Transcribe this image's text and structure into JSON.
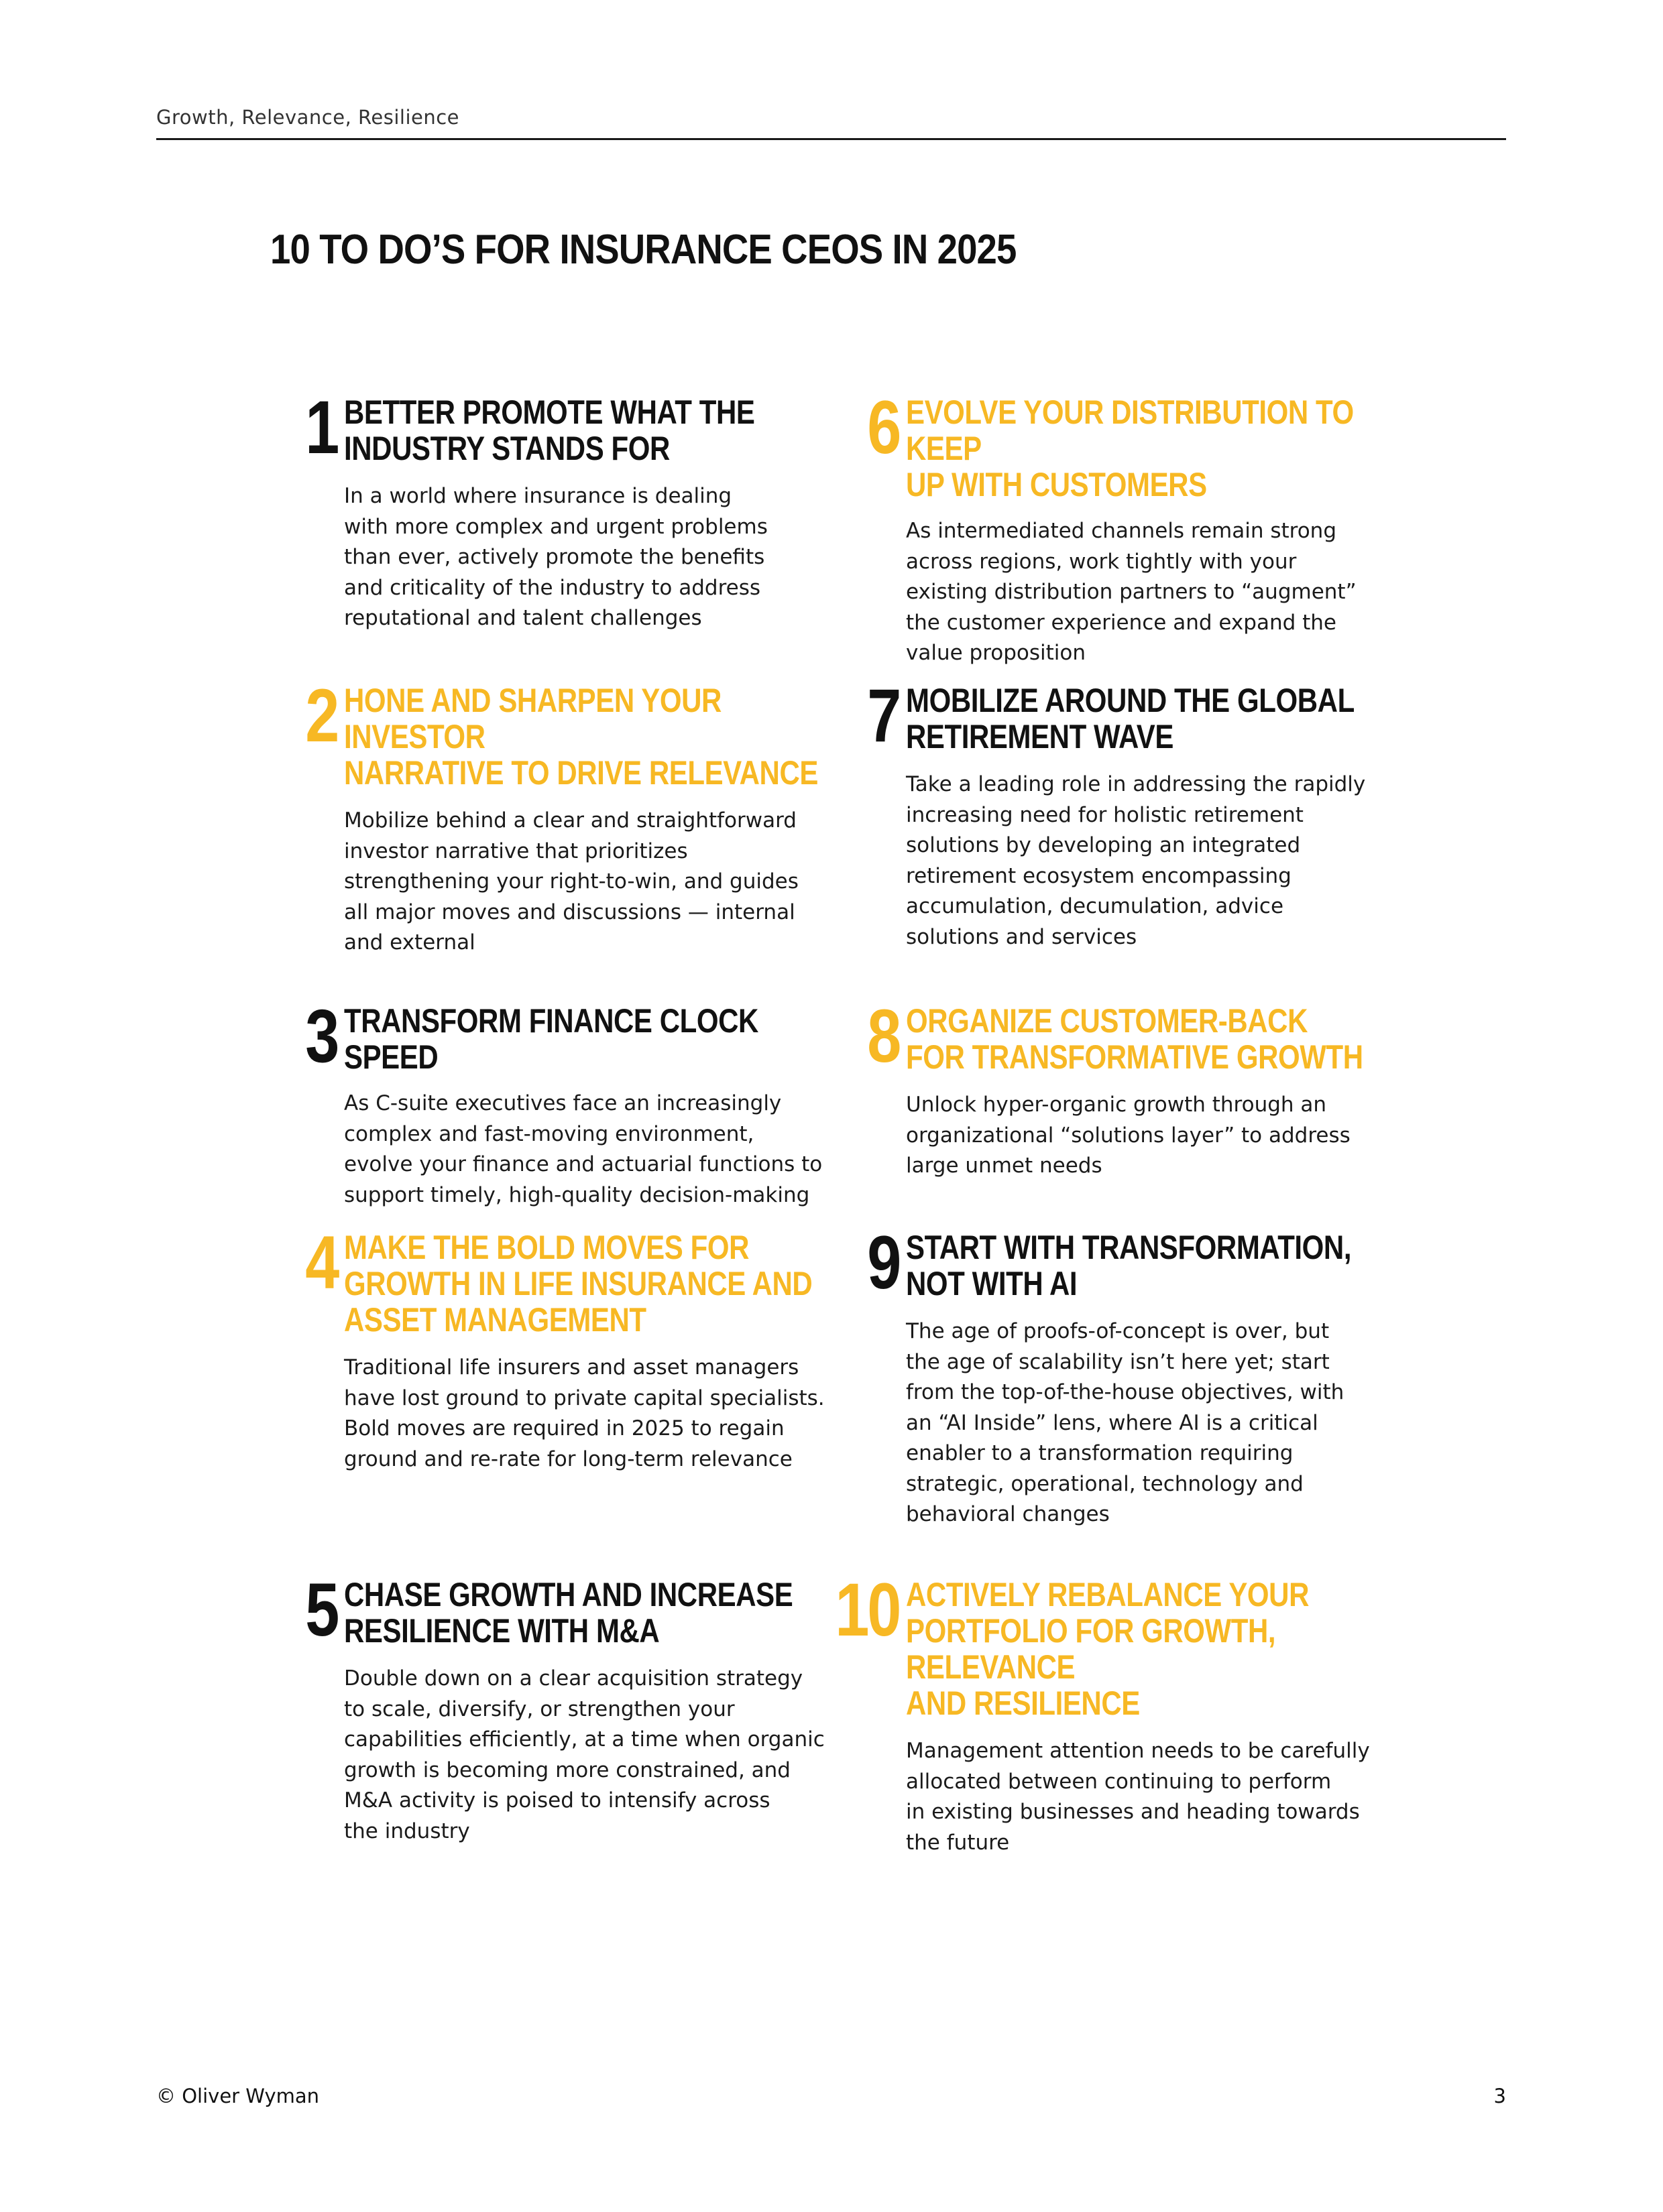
{
  "header": {
    "running_title": "Growth, Relevance, Resilience"
  },
  "title": "10 TO DO’S FOR INSURANCE CEOS IN 2025",
  "items": [
    {
      "number": "1",
      "heading": "BETTER PROMOTE WHAT THE\nINDUSTRY STANDS FOR",
      "body": "In a world where insurance is dealing\nwith more complex and urgent problems\nthan ever, actively promote the benefits\nand criticality of the industry to address\nreputational and talent challenges",
      "color": "#111111"
    },
    {
      "number": "2",
      "heading": "HONE AND SHARPEN YOUR INVESTOR\nNARRATIVE TO DRIVE RELEVANCE",
      "body": "Mobilize behind a clear and straightforward\ninvestor narrative that prioritizes\nstrengthening your right-to-win, and guides\nall major moves and discussions — internal\nand external",
      "color": "#f7b824"
    },
    {
      "number": "3",
      "heading": "TRANSFORM FINANCE CLOCK SPEED",
      "body": "As C-suite executives face an increasingly\ncomplex and fast-moving environment,\nevolve your finance and actuarial functions to\nsupport timely, high-quality decision-making",
      "color": "#111111"
    },
    {
      "number": "4",
      "heading": "MAKE THE BOLD MOVES FOR\nGROWTH IN LIFE INSURANCE AND\nASSET MANAGEMENT",
      "body": "Traditional life insurers and asset managers\nhave lost ground to private capital specialists.\nBold moves are required in 2025 to regain\nground and re-rate for long-term relevance",
      "color": "#f7b824"
    },
    {
      "number": "5",
      "heading": "CHASE GROWTH AND INCREASE\nRESILIENCE WITH M&A",
      "body": "Double down on a clear acquisition strategy\nto scale, diversify, or strengthen your\ncapabilities efficiently, at a time when organic\ngrowth is becoming more constrained, and\nM&A activity is poised to intensify across\nthe industry",
      "color": "#111111"
    },
    {
      "number": "6",
      "heading": "EVOLVE YOUR DISTRIBUTION TO KEEP\nUP WITH CUSTOMERS",
      "body": "As intermediated channels remain strong\nacross regions, work tightly with your\nexisting distribution partners to “augment”\nthe customer experience and expand the\nvalue proposition",
      "color": "#f7b824"
    },
    {
      "number": "7",
      "heading": "MOBILIZE AROUND THE GLOBAL\nRETIREMENT WAVE",
      "body": "Take a leading role in addressing the rapidly\nincreasing need for holistic retirement\nsolutions by developing an integrated\nretirement ecosystem encompassing\naccumulation, decumulation, advice\nsolutions and services",
      "color": "#111111"
    },
    {
      "number": "8",
      "heading": "ORGANIZE CUSTOMER-BACK\nFOR TRANSFORMATIVE GROWTH",
      "body": "Unlock hyper-organic growth through an\norganizational “solutions layer” to address\nlarge unmet needs",
      "color": "#f7b824"
    },
    {
      "number": "9",
      "heading": "START WITH TRANSFORMATION,\nNOT WITH AI",
      "body": "The age of proofs-of-concept is over, but\nthe age of scalability isn’t here yet; start\nfrom the top-of-the-house objectives, with\nan “AI Inside” lens, where AI is a critical\nenabler to a transformation requiring\nstrategic, operational, technology and\nbehavioral changes",
      "color": "#111111"
    },
    {
      "number": "10",
      "heading": "ACTIVELY REBALANCE YOUR\nPORTFOLIO FOR GROWTH, RELEVANCE\nAND RESILIENCE",
      "body": "Management attention needs to be carefully\nallocated between continuing to perform\nin existing businesses and heading towards\nthe future",
      "color": "#f7b824"
    }
  ],
  "footer": {
    "copyright": "© Oliver Wyman",
    "page_number": "3"
  }
}
